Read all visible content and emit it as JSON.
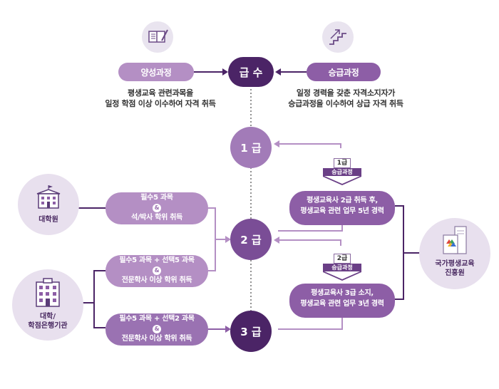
{
  "top": {
    "center": "급 수",
    "left_pill": "양성과정",
    "right_pill": "승급과정",
    "left_desc": [
      "평생교육 관련과목을",
      "일정 학점 이상 이수하여 자격 취득"
    ],
    "right_desc": [
      "일정 경력을 갖춘 자격소지자가",
      "승급과정을 이수하여 상급 자격 취득"
    ]
  },
  "grades": {
    "g1": "1 급",
    "g2": "2 급",
    "g3": "3 급"
  },
  "routes": {
    "r1": {
      "line1": "필수5 과목",
      "amp": "&",
      "line2": "석/박사 학위 취득"
    },
    "r2": {
      "line1": "필수5 과목 + 선택5 과목",
      "amp": "&",
      "line2": "전문학사 이상 학위 취득"
    },
    "r3": {
      "line1": "필수5 과목 + 선택2 과목",
      "amp": "&",
      "line2": "전문학사 이상 학위 취득"
    }
  },
  "institutions": {
    "grad": "대학원",
    "univ": [
      "대학/",
      "학점은행기관"
    ],
    "nile": [
      "국가평생교육",
      "진흥원"
    ]
  },
  "promotions": {
    "p1": {
      "num": "1급",
      "label": "승급과정",
      "line1": "평생교육사 2급 취득 후,",
      "line2": "평생교육 관련 업무 5년 경력"
    },
    "p2": {
      "num": "2급",
      "label": "승급과정",
      "line1": "평생교육사 3급 소지,",
      "line2": "평생교육 관련 업무 3년 경력"
    }
  },
  "colors": {
    "dark": "#4b2466",
    "mid": "#8d5ea6",
    "light": "#b48fc4",
    "pale": "#e8e0ee"
  },
  "icons": [
    "book-pen-icon",
    "stairs-icon",
    "graduate-school-icon",
    "university-icon",
    "institute-icon"
  ]
}
